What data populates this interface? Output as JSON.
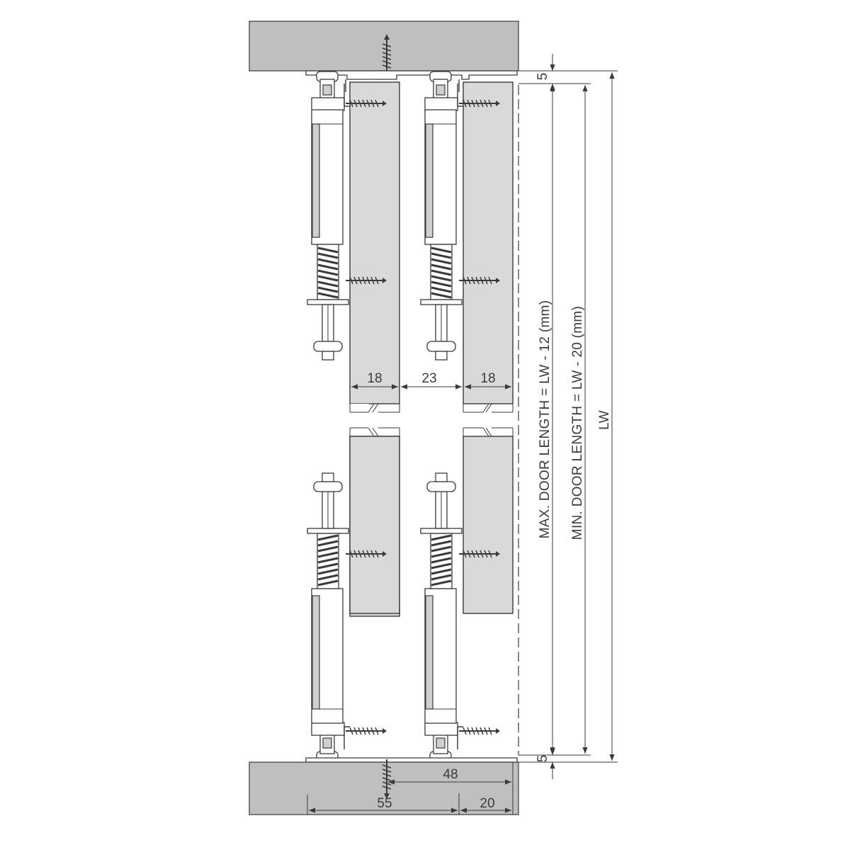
{
  "diagram": {
    "colors": {
      "board": "#bfbfbf",
      "door_panel": "#d9d9d9",
      "line": "#3a3a3a",
      "text": "#3c3c3c"
    },
    "dimensions": {
      "door_thickness_left": "18",
      "door_gap": "23",
      "door_thickness_right": "18",
      "top_clearance": "5",
      "bottom_clearance": "5",
      "track_offset": "48",
      "track_width": "55",
      "front_offset": "20"
    },
    "labels": {
      "max_door_length": "MAX. DOOR LENGTH = LW - 12 (mm)",
      "min_door_length": "MIN. DOOR LENGTH = LW - 20 (mm)",
      "clear_width": "LW"
    }
  }
}
